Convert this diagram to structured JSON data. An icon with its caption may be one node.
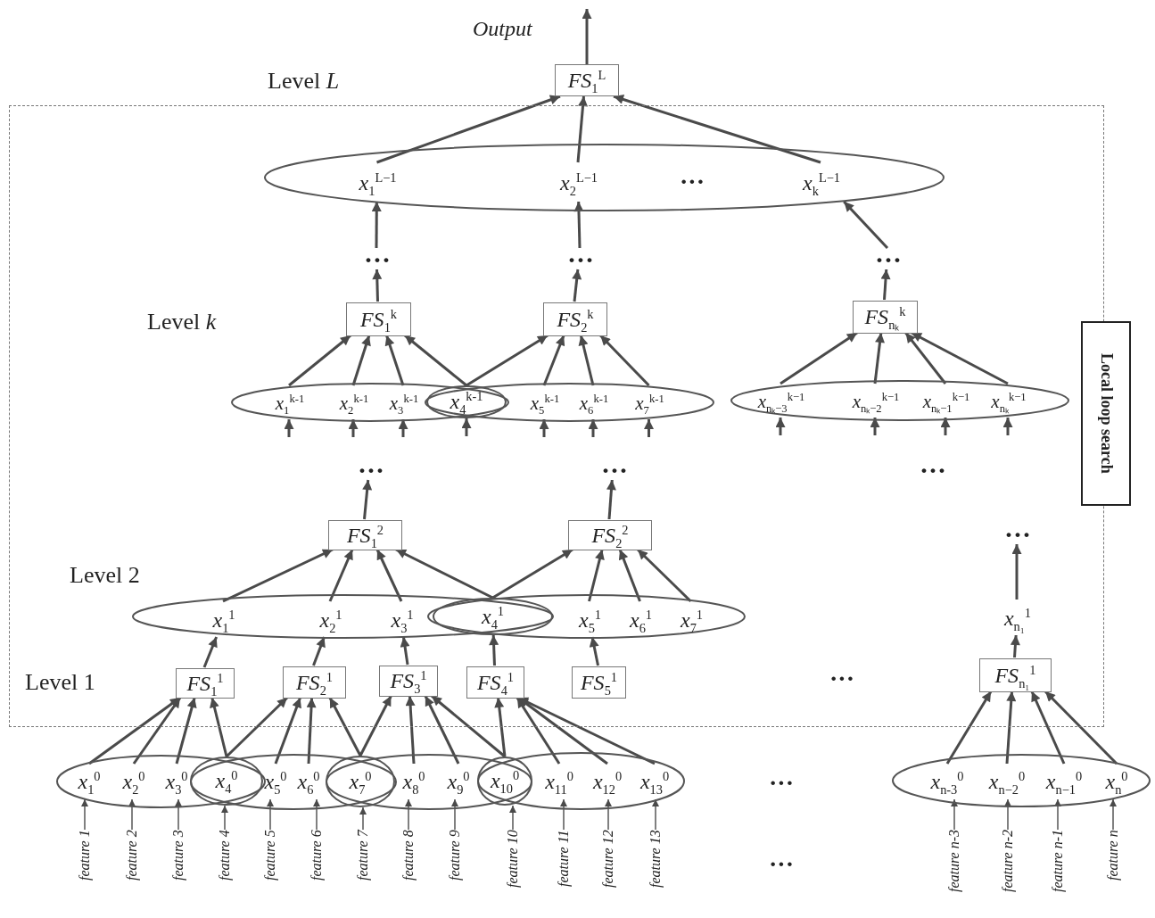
{
  "diagram": {
    "nodes": [
      {
        "text": [],
        "shape": "box"
      },
      {
        "text": [
          "Local loop search"
        ]
      },
      {
        "text": [
          "FS$_{1}$$^{L}$"
        ]
      },
      {
        "text": [],
        "shape": "ellipse",
        "in": 0
      },
      {
        "text": [
          "x$_{1}$$^{L−1}$"
        ],
        "in": 3
      },
      {
        "text": [
          "x$_{2}$$^{L−1}$"
        ],
        "in": 3
      },
      {
        "text": [
          "x$_{k}$$^{L−1}$"
        ],
        "in": 3
      },
      {
        "text": [
          "···"
        ],
        "in": 0
      },
      {
        "text": [
          "···"
        ],
        "in": 0
      },
      {
        "text": [
          "···"
        ],
        "in": 0
      },
      {
        "text": [
          "FS$_{1}$$^{k}$"
        ],
        "in": 0
      },
      {
        "text": [
          "FS$_{2}$$^{k}$"
        ],
        "in": 0
      },
      {
        "text": [
          "FS$_{nₖ}$$^{k}$"
        ],
        "in": 0
      },
      {
        "text": [],
        "shape": "ellipse",
        "in": 0
      },
      {
        "text": [],
        "shape": "ellipse",
        "in": 0
      },
      {
        "text": [
          "x$_{1}$$^{k-1}$"
        ],
        "in": 13
      },
      {
        "text": [
          "x$_{2}$$^{k-1}$"
        ],
        "in": 13
      },
      {
        "text": [
          "x$_{3}$$^{k-1}$"
        ],
        "in": 13
      },
      {
        "text": [
          "x$_{4}$$^{k-1}$"
        ]
      },
      {
        "text": [
          "x$_{5}$$^{k-1}$"
        ],
        "in": 14
      },
      {
        "text": [
          "x$_{6}$$^{k-1}$"
        ],
        "in": 14
      },
      {
        "text": [
          "x$_{7}$$^{k-1}$"
        ],
        "in": 14
      },
      {
        "text": [],
        "shape": "ellipse",
        "in": 0
      },
      {
        "text": [
          "x$_{nₖ−3}$$^{k−1}$"
        ],
        "in": 22
      },
      {
        "text": [
          "x$_{nₖ−2}$$^{k−1}$"
        ],
        "in": 22
      },
      {
        "text": [
          "x$_{nₖ−1}$$^{k−1}$"
        ],
        "in": 22
      },
      {
        "text": [
          "x$_{nₖ}$$^{k−1}$"
        ],
        "in": 22
      },
      {
        "text": [
          "···"
        ],
        "in": 0
      },
      {
        "text": [
          "···"
        ],
        "in": 0
      },
      {
        "text": [
          "···"
        ],
        "in": 0
      },
      {
        "text": [
          "···"
        ],
        "in": 0
      },
      {
        "text": [
          "FS$_{1}$$^{2}$"
        ],
        "in": 0
      },
      {
        "text": [
          "FS$_{2}$$^{2}$"
        ],
        "in": 0
      },
      {
        "text": [],
        "shape": "ellipse",
        "in": 0
      },
      {
        "text": [],
        "shape": "ellipse",
        "in": 0
      },
      {
        "text": [
          "x$_{1}$$^{1}$"
        ],
        "in": 33
      },
      {
        "text": [
          "x$_{2}$$^{1}$"
        ],
        "in": 33
      },
      {
        "text": [
          "x$_{3}$$^{1}$"
        ],
        "in": 33
      },
      {
        "text": [
          "x$_{4}$$^{1}$"
        ]
      },
      {
        "text": [
          "x$_{5}$$^{1}$"
        ],
        "in": 34
      },
      {
        "text": [
          "x$_{6}$$^{1}$"
        ],
        "in": 34
      },
      {
        "text": [
          "x$_{7}$$^{1}$"
        ],
        "in": 34
      },
      {
        "text": [
          "x$_{n₁}$$^{1}$"
        ],
        "in": 0
      },
      {
        "text": [
          "FS$_{1}$$^{1}$"
        ],
        "in": 0
      },
      {
        "text": [
          "FS$_{2}$$^{1}$"
        ],
        "in": 0
      },
      {
        "text": [
          "FS$_{3}$$^{1}$"
        ],
        "in": 0
      },
      {
        "text": [
          "FS$_{4}$$^{1}$"
        ],
        "in": 0
      },
      {
        "text": [
          "FS$_{5}$$^{1}$"
        ],
        "in": 0
      },
      {
        "text": [
          "FS$_{n₁}$$^{1}$"
        ],
        "in": 0
      },
      {
        "text": [],
        "shape": "ellipse"
      },
      {
        "text": [],
        "shape": "ellipse"
      },
      {
        "text": [],
        "shape": "ellipse"
      },
      {
        "text": [],
        "shape": "ellipse"
      },
      {
        "text": [
          "x$_{1}$$^{0}$"
        ],
        "in": 49
      },
      {
        "text": [
          "x$_{2}$$^{0}$"
        ],
        "in": 49
      },
      {
        "text": [
          "x$_{3}$$^{0}$"
        ],
        "in": 49
      },
      {
        "text": [
          "x$_{4}$$^{0}$"
        ]
      },
      {
        "text": [
          "x$_{5}$$^{0}$"
        ],
        "in": 50
      },
      {
        "text": [
          "x$_{6}$$^{0}$"
        ],
        "in": 50
      },
      {
        "text": [
          "x$_{7}$$^{0}$"
        ]
      },
      {
        "text": [
          "x$_{8}$$^{0}$"
        ],
        "in": 51
      },
      {
        "text": [
          "x$_{9}$$^{0}$"
        ],
        "in": 51
      },
      {
        "text": [
          "x$_{10}$$^{0}$"
        ]
      },
      {
        "text": [
          "x$_{11}$$^{0}$"
        ],
        "in": 52
      },
      {
        "text": [
          "x$_{12}$$^{0}$"
        ],
        "in": 52
      },
      {
        "text": [
          "x$_{13}$$^{0}$"
        ],
        "in": 52
      },
      {
        "text": [],
        "shape": "ellipse"
      },
      {
        "text": [
          "x$_{n-3}$$^{0}$"
        ],
        "in": 66
      },
      {
        "text": [
          "x$_{n−2}$$^{0}$"
        ],
        "in": 66
      },
      {
        "text": [
          "x$_{n−1}$$^{0}$"
        ],
        "in": 66
      },
      {
        "text": [
          "x$_{n}$$^{0}$"
        ],
        "in": 66
      },
      {
        "text": [
          "feature 1"
        ]
      },
      {
        "text": [
          "feature 2"
        ]
      },
      {
        "text": [
          "feature 3"
        ]
      },
      {
        "text": [
          "feature 4"
        ]
      },
      {
        "text": [
          "feature 5"
        ]
      },
      {
        "text": [
          "feature 6"
        ]
      },
      {
        "text": [
          "feature 7"
        ]
      },
      {
        "text": [
          "feature 8"
        ]
      },
      {
        "text": [
          "feature 9"
        ]
      },
      {
        "text": [
          "feature 10"
        ]
      },
      {
        "text": [
          "feature 11"
        ]
      },
      {
        "text": [
          "feature 12"
        ]
      },
      {
        "text": [
          "feature 13"
        ]
      },
      {
        "text": [
          "feature n-3"
        ]
      },
      {
        "text": [
          "feature n-2"
        ]
      },
      {
        "text": [
          "feature n-1"
        ]
      },
      {
        "text": [
          "feature n"
        ]
      }
    ],
    "edges": [
      {
        "from": 2,
        "to": null,
        "arrow": "to",
        "label": "Output"
      },
      {
        "from": 4,
        "to": 2,
        "arrow": "to"
      },
      {
        "from": 5,
        "to": 2,
        "arrow": "to"
      },
      {
        "from": 6,
        "to": 2,
        "arrow": "to"
      },
      {
        "from": 7,
        "to": 4,
        "arrow": "to"
      },
      {
        "from": 8,
        "to": 5,
        "arrow": "to"
      },
      {
        "from": 9,
        "to": 6,
        "arrow": "to"
      },
      {
        "from": 10,
        "to": 7,
        "arrow": "to"
      },
      {
        "from": 11,
        "to": 8,
        "arrow": "to"
      },
      {
        "from": 12,
        "to": 9,
        "arrow": "to"
      },
      {
        "from": 15,
        "to": 10,
        "arrow": "to"
      },
      {
        "from": 16,
        "to": 10,
        "arrow": "to"
      },
      {
        "from": 17,
        "to": 10,
        "arrow": "to"
      },
      {
        "from": 18,
        "to": 10,
        "arrow": "to"
      },
      {
        "from": 18,
        "to": 11,
        "arrow": "to"
      },
      {
        "from": 19,
        "to": 11,
        "arrow": "to"
      },
      {
        "from": 20,
        "to": 11,
        "arrow": "to"
      },
      {
        "from": 21,
        "to": 11,
        "arrow": "to"
      },
      {
        "from": 23,
        "to": 12,
        "arrow": "to"
      },
      {
        "from": 24,
        "to": 12,
        "arrow": "to"
      },
      {
        "from": 25,
        "to": 12,
        "arrow": "to"
      },
      {
        "from": 26,
        "to": 12,
        "arrow": "to"
      },
      {
        "from": null,
        "to": 15,
        "arrow": "to"
      },
      {
        "from": null,
        "to": 16,
        "arrow": "to"
      },
      {
        "from": null,
        "to": 17,
        "arrow": "to"
      },
      {
        "from": null,
        "to": 18,
        "arrow": "to"
      },
      {
        "from": null,
        "to": 19,
        "arrow": "to"
      },
      {
        "from": null,
        "to": 20,
        "arrow": "to"
      },
      {
        "from": null,
        "to": 21,
        "arrow": "to"
      },
      {
        "from": null,
        "to": 23,
        "arrow": "to"
      },
      {
        "from": null,
        "to": 24,
        "arrow": "to"
      },
      {
        "from": null,
        "to": 25,
        "arrow": "to"
      },
      {
        "from": null,
        "to": 26,
        "arrow": "to"
      },
      {
        "from": 31,
        "to": 27,
        "arrow": "to"
      },
      {
        "from": 32,
        "to": 28,
        "arrow": "to"
      },
      {
        "from": 42,
        "to": 30,
        "arrow": "to"
      },
      {
        "from": 35,
        "to": 31,
        "arrow": "to"
      },
      {
        "from": 36,
        "to": 31,
        "arrow": "to"
      },
      {
        "from": 37,
        "to": 31,
        "arrow": "to"
      },
      {
        "from": 38,
        "to": 31,
        "arrow": "to"
      },
      {
        "from": 38,
        "to": 32,
        "arrow": "to"
      },
      {
        "from": 39,
        "to": 32,
        "arrow": "to"
      },
      {
        "from": 40,
        "to": 32,
        "arrow": "to"
      },
      {
        "from": 41,
        "to": 32,
        "arrow": "to"
      },
      {
        "from": 43,
        "to": 35,
        "arrow": "to"
      },
      {
        "from": 44,
        "to": 36,
        "arrow": "to"
      },
      {
        "from": 45,
        "to": 37,
        "arrow": "to"
      },
      {
        "from": 46,
        "to": 38,
        "arrow": "to"
      },
      {
        "from": 47,
        "to": 39,
        "arrow": "to"
      },
      {
        "from": 48,
        "to": 42,
        "arrow": "to"
      },
      {
        "from": 53,
        "to": 43,
        "arrow": "to"
      },
      {
        "from": 54,
        "to": 43,
        "arrow": "to"
      },
      {
        "from": 55,
        "to": 43,
        "arrow": "to"
      },
      {
        "from": 56,
        "to": 43,
        "arrow": "to"
      },
      {
        "from": 56,
        "to": 44,
        "arrow": "to"
      },
      {
        "from": 57,
        "to": 44,
        "arrow": "to"
      },
      {
        "from": 58,
        "to": 44,
        "arrow": "to"
      },
      {
        "from": 59,
        "to": 44,
        "arrow": "to"
      },
      {
        "from": 59,
        "to": 45,
        "arrow": "to"
      },
      {
        "from": 60,
        "to": 45,
        "arrow": "to"
      },
      {
        "from": 61,
        "to": 45,
        "arrow": "to"
      },
      {
        "from": 62,
        "to": 45,
        "arrow": "to"
      },
      {
        "from": 62,
        "to": 46,
        "arrow": "to"
      },
      {
        "from": 63,
        "to": 46,
        "arrow": "to"
      },
      {
        "from": 64,
        "to": 46,
        "arrow": "to"
      },
      {
        "from": 65,
        "to": 46,
        "arrow": "to"
      },
      {
        "from": 67,
        "to": 48,
        "arrow": "to"
      },
      {
        "from": 68,
        "to": 48,
        "arrow": "to"
      },
      {
        "from": 69,
        "to": 48,
        "arrow": "to"
      },
      {
        "from": 70,
        "to": 48,
        "arrow": "to"
      },
      {
        "from": 71,
        "to": 53,
        "arrow": "to"
      },
      {
        "from": 72,
        "to": 54,
        "arrow": "to"
      },
      {
        "from": 73,
        "to": 55,
        "arrow": "to"
      },
      {
        "from": 74,
        "to": 56,
        "arrow": "to"
      },
      {
        "from": 75,
        "to": 57,
        "arrow": "to"
      },
      {
        "from": 76,
        "to": 58,
        "arrow": "to"
      },
      {
        "from": 77,
        "to": 59,
        "arrow": "to"
      },
      {
        "from": 78,
        "to": 60,
        "arrow": "to"
      },
      {
        "from": 79,
        "to": 61,
        "arrow": "to"
      },
      {
        "from": 80,
        "to": 62,
        "arrow": "to"
      },
      {
        "from": 81,
        "to": 63,
        "arrow": "to"
      },
      {
        "from": 82,
        "to": 64,
        "arrow": "to"
      },
      {
        "from": 83,
        "to": 65,
        "arrow": "to"
      },
      {
        "from": 84,
        "to": 67,
        "arrow": "to"
      },
      {
        "from": 85,
        "to": 68,
        "arrow": "to"
      },
      {
        "from": 86,
        "to": 69,
        "arrow": "to"
      },
      {
        "from": 87,
        "to": 70,
        "arrow": "to"
      }
    ],
    "labels": [
      "Level *L*",
      "···",
      "Level *k*",
      "Level 2",
      "Level 1",
      "···",
      "···",
      "···"
    ]
  }
}
